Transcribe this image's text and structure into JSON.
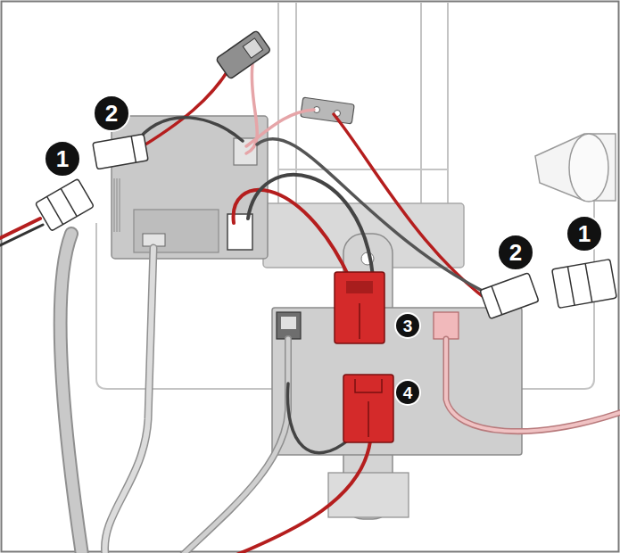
{
  "diagram": {
    "labels": [
      "2",
      "1",
      "1",
      "2",
      "3",
      "4"
    ]
  }
}
